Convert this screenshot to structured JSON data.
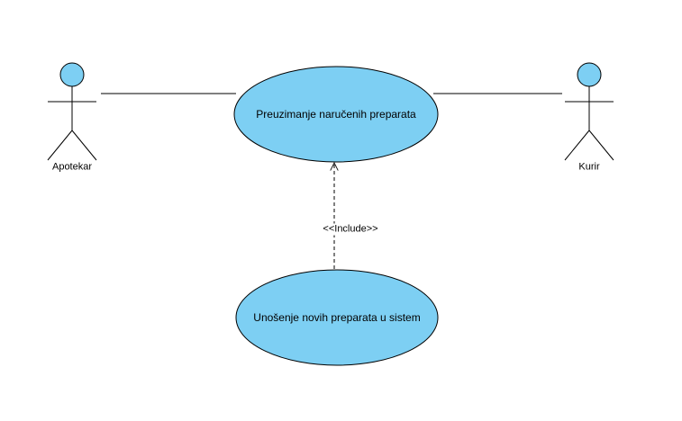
{
  "actors": {
    "apotekar": {
      "name": "Apotekar"
    },
    "kurir": {
      "name": "Kurir"
    }
  },
  "use_cases": {
    "preuzimanje": {
      "name": "Preuzimanje naručenih preparata"
    },
    "unosenje": {
      "name": "Unošenje novih preparata u sistem"
    }
  },
  "relations": {
    "include": {
      "stereotype": "<<Include>>"
    }
  },
  "colors": {
    "fill": "#7dcff3",
    "stroke": "#000000"
  }
}
